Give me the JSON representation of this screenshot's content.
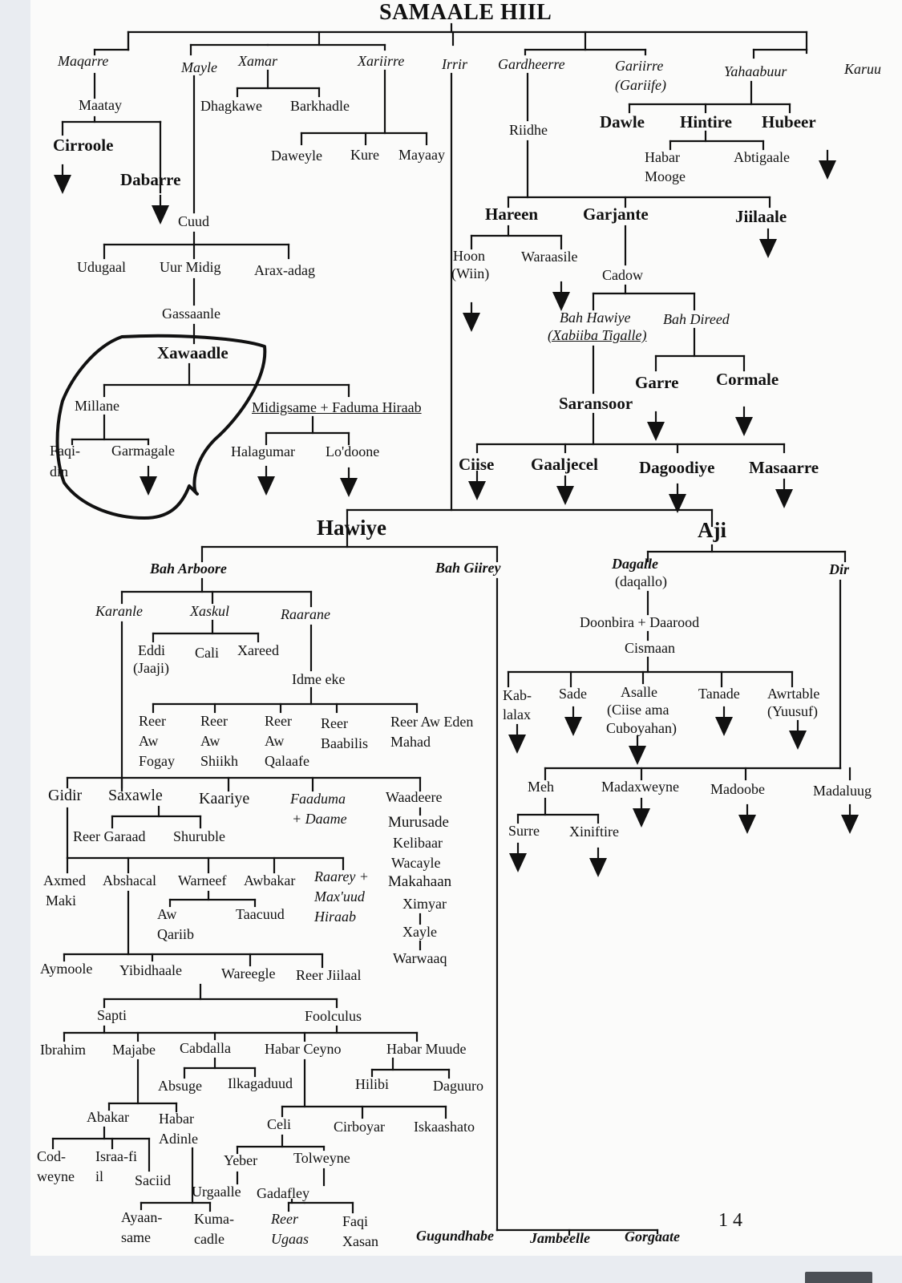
{
  "page_number": "1 4",
  "nodes": {
    "title": "SAMAALE HIIL",
    "maqarre": "Maqarre",
    "mayle": "Mayle",
    "xamar": "Xamar",
    "xariirre": "Xariirre",
    "irrir": "Irrir",
    "gardheerre": "Gardheerre",
    "gariirre": "Gariirre",
    "gariife": "(Gariife)",
    "yahaabuur": "Yahaabuur",
    "karuu": "Karuu",
    "maatay": "Maatay",
    "dhagkawe": "Dhagkawe",
    "barkhadle": "Barkhadle",
    "daweyle": "Daweyle",
    "kure": "Kure",
    "mayaay": "Mayaay",
    "cirroole": "Cirroole",
    "dabarre": "Dabarre",
    "riidhe": "Riidhe",
    "dawle": "Dawle",
    "hintire": "Hintire",
    "hubeer": "Hubeer",
    "habar_mooge_1": "Habar",
    "habar_mooge_2": "Mooge",
    "abtigaale": "Abtigaale",
    "cuud": "Cuud",
    "udugaal": "Udugaal",
    "uur_midig": "Uur Midig",
    "arax_adag": "Arax-adag",
    "gassaanle": "Gassaanle",
    "xawaadle": "Xawaadle",
    "millane": "Millane",
    "midigsame": "Midigsame + Faduma Hiraab",
    "faqi_din_1": "Faqi-",
    "faqi_din_2": "din",
    "garmagale": "Garmagale",
    "halagumar": "Halagumar",
    "lodoone": "Lo'doone",
    "hareen": "Hareen",
    "garjante": "Garjante",
    "jiilaale": "Jiilaale",
    "hoon_1": "Hoon",
    "hoon_2": "(Wiin)",
    "waraasile": "Waraasile",
    "cadow": "Cadow",
    "bah_hawiye_1": "Bah Hawiye",
    "bah_hawiye_2": "(Xabiiba Tigalle)",
    "bah_direed": "Bah Direed",
    "garre": "Garre",
    "cormale": "Cormale",
    "saransoor": "Saransoor",
    "ciise": "Ciise",
    "gaaljecel": "Gaaljecel",
    "dagoodiye": "Dagoodiye",
    "masaarre": "Masaarre",
    "hawiye": "Hawiye",
    "aji": "Aji",
    "bah_arboore": "Bah Arboore",
    "bah_giirey": "Bah Giirey",
    "dagalle": "Dagalle",
    "daqallo": "(daqallo)",
    "dir": "Dir",
    "karanle": "Karanle",
    "xaskul": "Xaskul",
    "raarane": "Raarane",
    "eddi_1": "Eddi",
    "eddi_2": "(Jaaji)",
    "cali": "Cali",
    "xareed": "Xareed",
    "idme_eke": "Idme eke",
    "reer_aw_fogay": "Reer\nAw\nFogay",
    "reer_aw_shiikh": "Reer\nAw\nShiikh",
    "reer_aw_qalaafe": "Reer\nAw\nQalaafe",
    "reer_baabilis": "Reer\nBaabilis",
    "reer_aw_eden_1": "Reer Aw Eden",
    "reer_aw_eden_2": "Mahad",
    "doonbira": "Doonbira + Daarood",
    "cismaan": "Cismaan",
    "kablalax_1": "Kab-",
    "kablalax_2": "lalax",
    "sade": "Sade",
    "asalle_1": "Asalle",
    "asalle_2": "(Ciise ama",
    "asalle_3": "Cuboyahan)",
    "tanade": "Tanade",
    "awrtable_1": "Awrtable",
    "awrtable_2": "(Yuusuf)",
    "meh": "Meh",
    "madaxweyne": "Madaxweyne",
    "madoobe": "Madoobe",
    "madaluug": "Madaluug",
    "surre": "Surre",
    "xiniftire": "Xiniftire",
    "gidir": "Gidir",
    "saxawle": "Saxawle",
    "kaariye": "Kaariye",
    "faaduma_1": "Faaduma",
    "faaduma_2": "+ Daame",
    "waadeere": "Waadeere",
    "murusade": "Murusade",
    "kelibaar": "Kelibaar",
    "wacayle": "Wacayle",
    "makahaan": "Makahaan",
    "ximyar": "Ximyar",
    "xayle": "Xayle",
    "warwaaq": "Warwaaq",
    "reer_garaad": "Reer Garaad",
    "shuruble": "Shuruble",
    "axmed_maki_1": "Axmed",
    "axmed_maki_2": "Maki",
    "abshacal": "Abshacal",
    "warneef": "Warneef",
    "awbakar": "Awbakar",
    "raarey_1": "Raarey +",
    "raarey_2": "Max'uud",
    "raarey_3": "Hiraab",
    "aw_qariib_1": "Aw",
    "aw_qariib_2": "Qariib",
    "taacuud": "Taacuud",
    "aymoole": "Aymoole",
    "yibidhaale": "Yibidhaale",
    "wareegle": "Wareegle",
    "reer_jiilaal": "Reer Jiilaal",
    "sapti": "Sapti",
    "foolculus": "Foolculus",
    "ibrahim": "Ibrahim",
    "majabe": "Majabe",
    "cabdalla": "Cabdalla",
    "habar_ceyno": "Habar Ceyno",
    "habar_muude": "Habar Muude",
    "absuge": "Absuge",
    "ilkagaduud": "Ilkagaduud",
    "hilibi": "Hilibi",
    "daguuro": "Daguuro",
    "abakar": "Abakar",
    "habar_adinle_1": "Habar",
    "habar_adinle_2": "Adinle",
    "celi": "Celi",
    "cirboyar": "Cirboyar",
    "iskaashato": "Iskaashato",
    "codweyne_1": "Cod-",
    "codweyne_2": "weyne",
    "israafiil_1": "Israa-fi",
    "israafiil_2": "il",
    "saciid": "Saciid",
    "yeber": "Yeber",
    "tolweyne": "Tolweyne",
    "urgaalle": "Urgaalle",
    "gadafley": "Gadafley",
    "ayaansame_1": "Ayaan-",
    "ayaansame_2": "same",
    "kumacadle_1": "Kuma-",
    "kumacadle_2": "cadle",
    "reer_ugaas_1": "Reer",
    "reer_ugaas_2": "Ugaas",
    "faqi_xasan_1": "Faqi",
    "faqi_xasan_2": "Xasan",
    "gugundhabe": "Gugundhabe",
    "jambeelle": "Jambeelle",
    "gorgaate": "Gorgaate"
  }
}
